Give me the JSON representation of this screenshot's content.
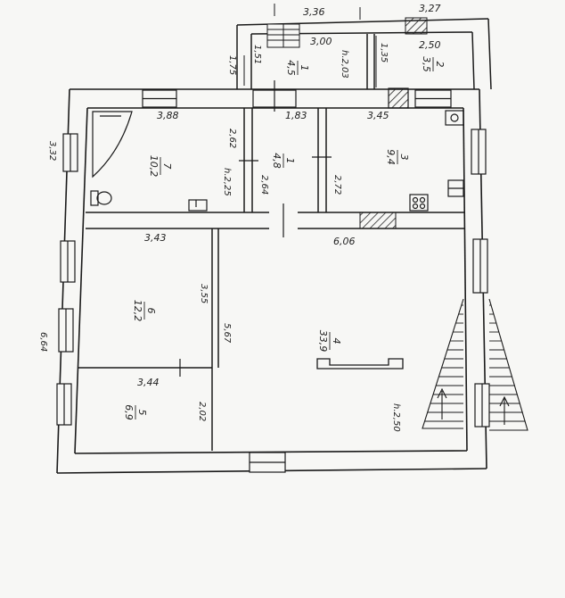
{
  "colors": {
    "paper": "#f7f7f5",
    "ink": "#1a1a1a",
    "hatch": "#222222"
  },
  "dimensions": {
    "top_annex_width": "3,36",
    "top_right_width": "3,27",
    "annex_room1_width": "3,00",
    "annex_room2_width": "2,50",
    "annex_left_depth": "1,51",
    "annex_outer_depth": "1,75",
    "annex_room2_depth": "1,35",
    "room7_width": "3,88",
    "room1_width": "1,83",
    "room3_width": "3,45",
    "building_left_depth": "3,32",
    "room7_depth": "2,62",
    "room1_depth": "2,64",
    "room3_depth": "2,72",
    "room6_width": "3,43",
    "room4_width": "6,06",
    "room6_depth": "3,55",
    "room4_depth": "5,67",
    "building_left_total": "6,64",
    "room5_width": "3,44",
    "room5_depth": "2,02"
  },
  "heights": {
    "annex": "h.2,03",
    "main": "h.2,25",
    "hall": "h.2,50"
  },
  "rooms": {
    "r1_annex": {
      "num": "1",
      "area": "4,5"
    },
    "r2_annex": {
      "num": "2",
      "area": "3,5"
    },
    "r7": {
      "num": "7",
      "area": "10,2"
    },
    "r1": {
      "num": "1",
      "area": "4,8"
    },
    "r3": {
      "num": "3",
      "area": "9,4"
    },
    "r6": {
      "num": "6",
      "area": "12,2"
    },
    "r4": {
      "num": "4",
      "area": "33,9"
    },
    "r5": {
      "num": "5",
      "area": "6,9"
    }
  }
}
